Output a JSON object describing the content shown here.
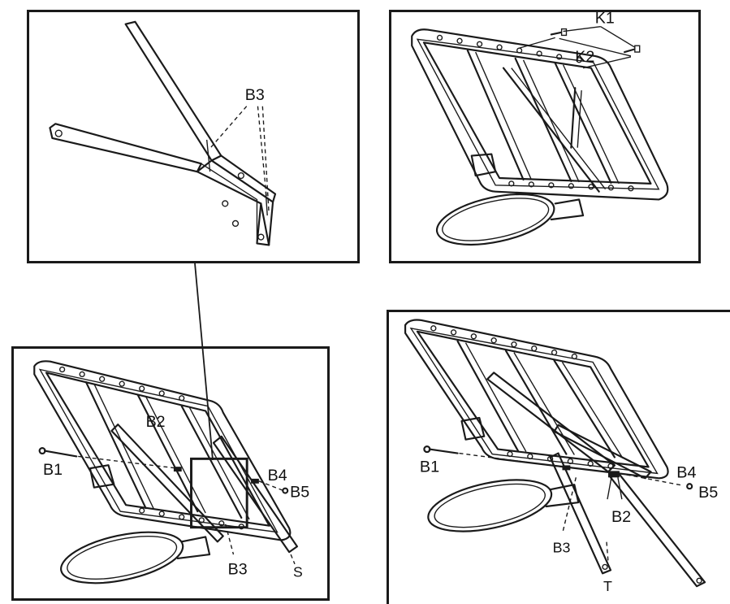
{
  "panels": {
    "detail": {
      "labels": {
        "b3": "B3"
      }
    },
    "top_right": {
      "labels": {
        "k1": "K1",
        "k2": "K2"
      }
    },
    "bottom_left": {
      "labels": {
        "b1": "B1",
        "b2": "B2",
        "b3": "B3",
        "b4": "B4",
        "b5": "B5",
        "s": "S"
      }
    },
    "bottom_right": {
      "labels": {
        "b1": "B1",
        "b2": "B2",
        "b3": "B3",
        "b4": "B4",
        "b5": "B5",
        "t": "T"
      }
    }
  }
}
